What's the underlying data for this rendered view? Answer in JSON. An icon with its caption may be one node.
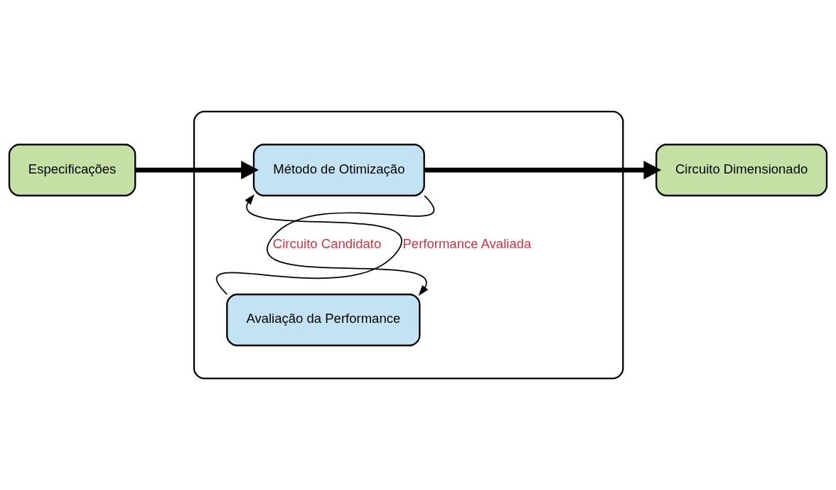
{
  "diagram": {
    "nodes": [
      {
        "text": [
          "Especificações"
        ]
      },
      {
        "text": [],
        "shape": "box"
      },
      {
        "text": [
          "Método de Otimização"
        ],
        "in": 1
      },
      {
        "text": [
          "Avaliação da Performance"
        ],
        "in": 1
      },
      {
        "text": [
          "Circuito Dimensionado"
        ]
      }
    ],
    "edges": [
      {
        "from": 0,
        "to": 2,
        "arrow": "to",
        "style": "thick"
      },
      {
        "from": 2,
        "to": 4,
        "arrow": "to",
        "style": "thick"
      },
      {
        "from": 3,
        "to": 2,
        "arrow": "to",
        "label": "Performance Avaliada"
      },
      {
        "from": 2,
        "to": 3,
        "arrow": "to",
        "label": "Circuito Candidato"
      }
    ]
  }
}
